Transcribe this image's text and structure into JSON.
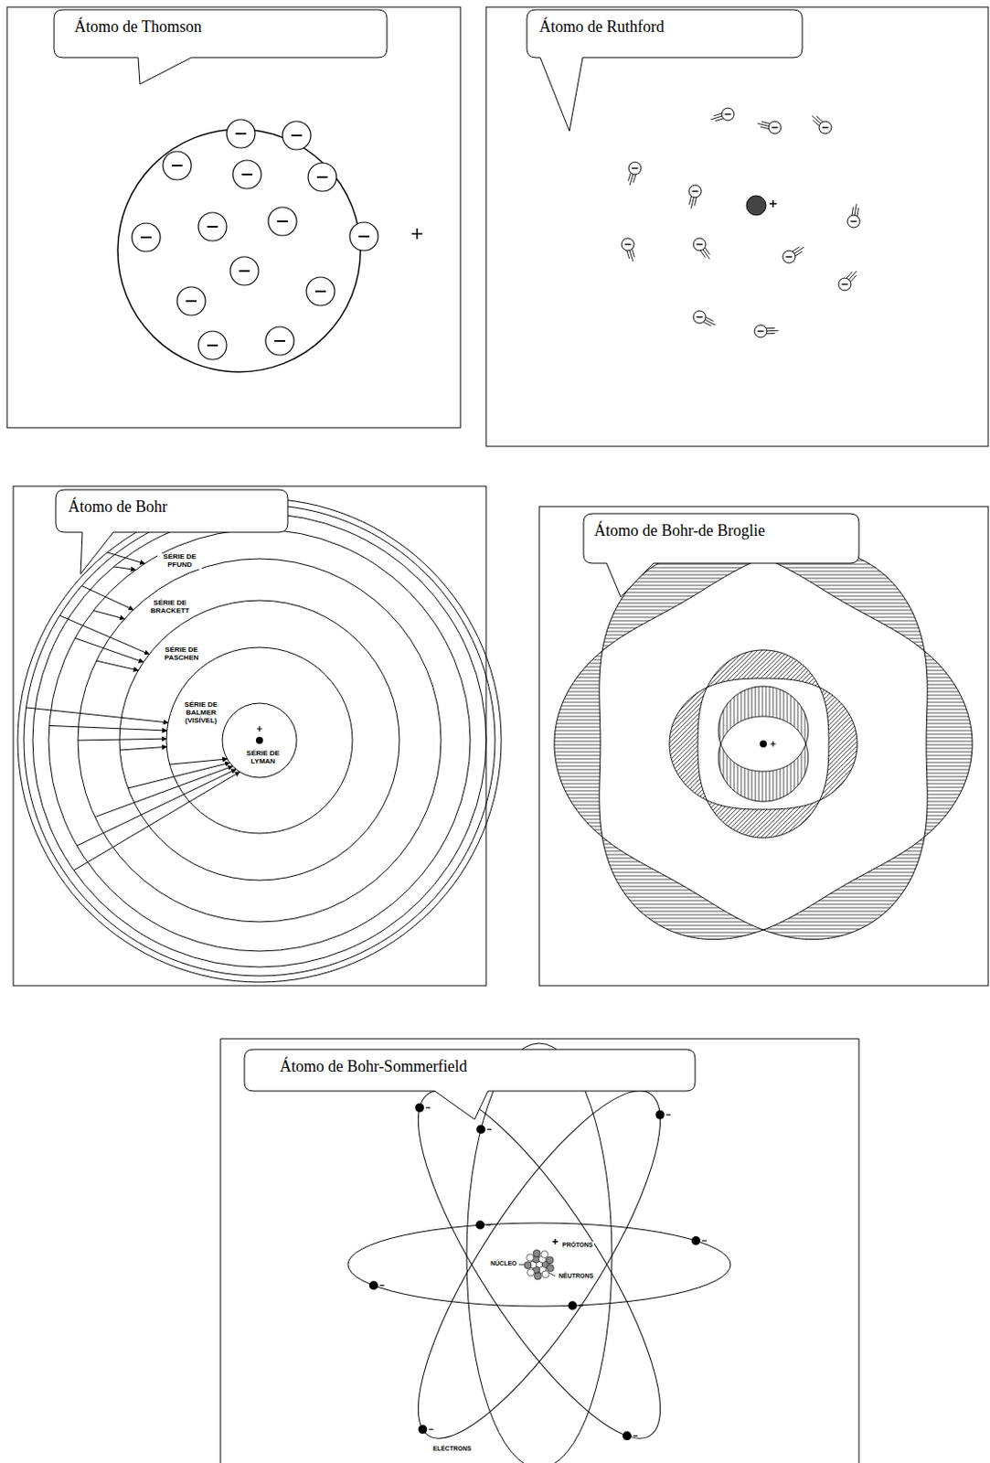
{
  "diagram": {
    "nodes": [
      {
        "text": [
          "Átomo de Thomson"
        ]
      },
      {
        "text": [
          "Átomo de Ruthford"
        ]
      },
      {
        "text": [
          "Átomo de Bohr"
        ]
      },
      {
        "text": [
          "Átomo de Bohr-de Broglie"
        ]
      },
      {
        "text": [
          "Átomo de Bohr-Sommerfield"
        ]
      }
    ],
    "labels": [
      "SÉRIE DE PFUND",
      "SÉRIE DE BRACKETT",
      "SÉRIE DE PASCHEN",
      "SÉRIE DE BALMER (VISÍVEL)",
      "SÉRIE DE LYMAN",
      "PRÓTONS",
      "NÚCLEO",
      "NÊUTRONS",
      "ELÉCTRONS"
    ]
  }
}
